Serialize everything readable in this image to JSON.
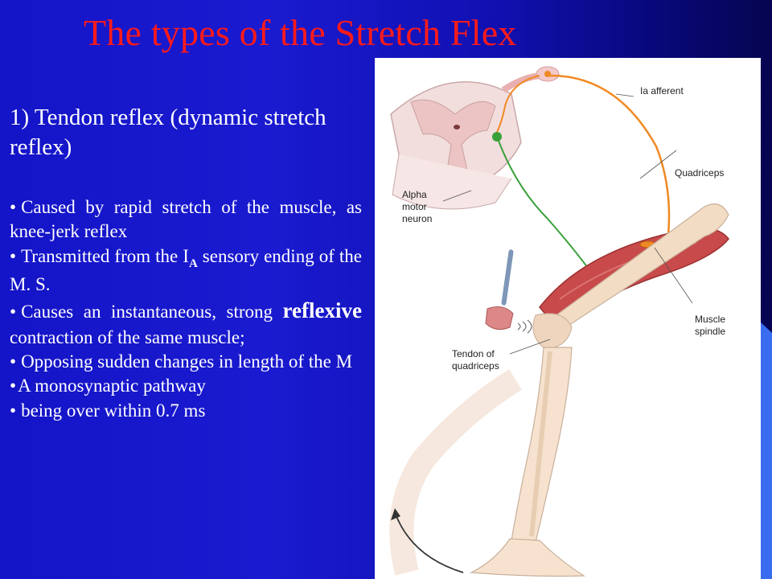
{
  "title": "The types of the Stretch Flex",
  "subheading": "1) Tendon reflex (dynamic stretch reflex)",
  "bullets": [
    {
      "text": "Caused by rapid stretch of the muscle, as knee-jerk reflex"
    },
    {
      "before": "Transmitted from the I",
      "subscript": "A",
      "after": " sensory ending of the M. S."
    },
    {
      "before": "Causes an instantaneous, strong ",
      "emphasis": "reflexive",
      "after": " contraction of the same muscle;"
    },
    {
      "text": "Opposing  sudden changes in length of the M"
    },
    {
      "text": "A monosynaptic  pathway"
    },
    {
      "text": "being over within 0.7 ms"
    }
  ],
  "bullet_glyph": "•",
  "figure": {
    "labels": {
      "ia_afferent": "Ia afferent",
      "quadriceps": "Quadriceps",
      "alpha_line1": "Alpha",
      "alpha_line2": "motor",
      "alpha_line3": "neuron",
      "spindle_line1": "Muscle",
      "spindle_line2": "spindle",
      "tendon_line1": "Tendon of",
      "tendon_line2": "quadriceps"
    }
  },
  "colors": {
    "title": "#ff1a1a",
    "text": "#ffffff",
    "afferent": "#f08a24",
    "efferent": "#3aa03a",
    "muscle": "#c84a4a",
    "bone": "#f2dcc4"
  }
}
